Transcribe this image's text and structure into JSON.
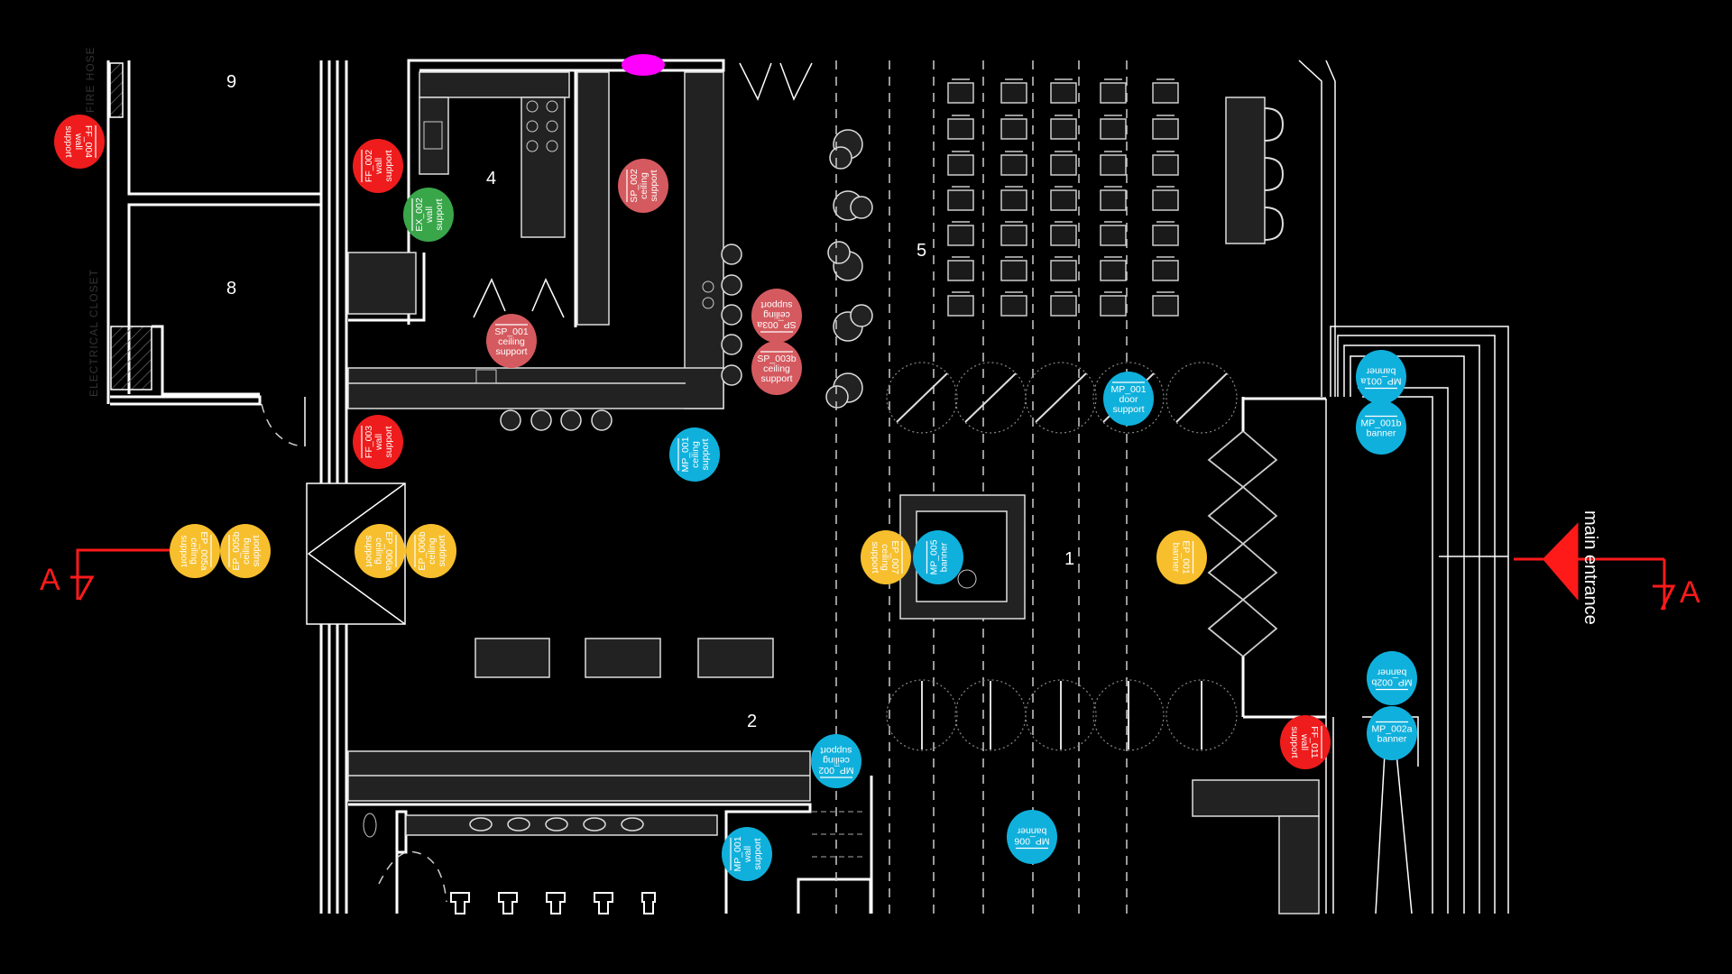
{
  "plan": {
    "rooms": [
      {
        "label": "9"
      },
      {
        "label": "8"
      },
      {
        "label": "4"
      },
      {
        "label": "5"
      },
      {
        "label": "1"
      },
      {
        "label": "2"
      }
    ],
    "annotations": {
      "fire_hose": "FIRE HOSE",
      "electrical_closet": "ELECTRICAL CLOSET",
      "main_entrance": "main entrance",
      "section_left": "A",
      "section_right": "A"
    }
  },
  "colors": {
    "FF": "#ee1c1c",
    "EX": "#3aa64a",
    "SP": "#d45a5f",
    "MP": "#10b0dc",
    "EP": "#f7bf2d",
    "accent_magenta": "#ff00ff",
    "section_red": "#ff1a1a"
  },
  "markers": [
    {
      "id": "FF_004",
      "type": "FF",
      "lines": [
        "wall",
        "support"
      ]
    },
    {
      "id": "FF_002",
      "type": "FF",
      "lines": [
        "wall",
        "support"
      ]
    },
    {
      "id": "EX_002",
      "type": "EX",
      "lines": [
        "wall",
        "support"
      ]
    },
    {
      "id": "SP_002",
      "type": "SP",
      "lines": [
        "ceiling",
        "support"
      ]
    },
    {
      "id": "SP_001",
      "type": "SP",
      "lines": [
        "ceiling",
        "support"
      ]
    },
    {
      "id": "SP_003a",
      "type": "SP",
      "lines": [
        "ceiling",
        "support"
      ]
    },
    {
      "id": "SP_003b",
      "type": "SP",
      "lines": [
        "ceiling",
        "support"
      ]
    },
    {
      "id": "FF_003",
      "type": "FF",
      "lines": [
        "wall",
        "support"
      ]
    },
    {
      "id": "MP_001",
      "type": "MP",
      "lines": [
        "ceiling",
        "support"
      ]
    },
    {
      "id": "EP_005a",
      "type": "EP",
      "lines": [
        "ceiling",
        "support"
      ]
    },
    {
      "id": "EP_005b",
      "type": "EP",
      "lines": [
        "ceiling",
        "support"
      ]
    },
    {
      "id": "EP_006a",
      "type": "EP",
      "lines": [
        "ceiling",
        "support"
      ]
    },
    {
      "id": "EP_006b",
      "type": "EP",
      "lines": [
        "ceiling",
        "support"
      ]
    },
    {
      "id": "EP_007",
      "type": "EP",
      "lines": [
        "ceiling",
        "support"
      ]
    },
    {
      "id": "MP_005",
      "type": "MP",
      "lines": [
        "banner"
      ]
    },
    {
      "id": "EP_001",
      "type": "EP",
      "lines": [
        "banner"
      ]
    },
    {
      "id": "MP_001",
      "type": "MP",
      "lines": [
        "door",
        "support"
      ]
    },
    {
      "id": "MP_001a",
      "type": "MP",
      "lines": [
        "banner"
      ]
    },
    {
      "id": "MP_001b",
      "type": "MP",
      "lines": [
        "banner"
      ]
    },
    {
      "id": "MP_002b",
      "type": "MP",
      "lines": [
        "banner"
      ]
    },
    {
      "id": "MP_002a",
      "type": "MP",
      "lines": [
        "banner"
      ]
    },
    {
      "id": "FF_011",
      "type": "FF",
      "lines": [
        "wall",
        "support"
      ]
    },
    {
      "id": "MP_002",
      "type": "MP",
      "lines": [
        "ceiling",
        "support"
      ]
    },
    {
      "id": "MP_006",
      "type": "MP",
      "lines": [
        "banner"
      ]
    },
    {
      "id": "MP_001",
      "type": "MP",
      "lines": [
        "wall",
        "support"
      ]
    }
  ]
}
